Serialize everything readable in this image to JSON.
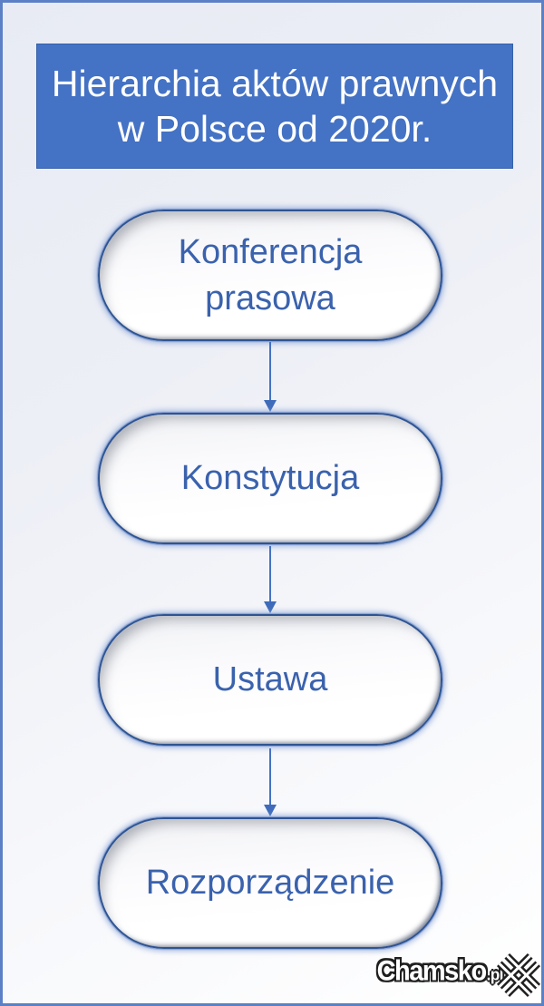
{
  "header": {
    "title_line1": "Hierarchia aktów prawnych",
    "title_line2": "w Polsce od 2020r."
  },
  "diagram": {
    "type": "vertical-flowchart",
    "nodes": [
      {
        "label": "Konferencja prasowa"
      },
      {
        "label": "Konstytucja"
      },
      {
        "label": "Ustawa"
      },
      {
        "label": "Rozporządzenie"
      }
    ],
    "connector_style": "down-arrow"
  },
  "watermark": {
    "brand": "Chamsko",
    "suffix": ".pl"
  },
  "icons": {
    "watermark_icon": "rotated-hash-star"
  },
  "colors": {
    "banner_fill": "#4472c4",
    "banner_text": "#ffffff",
    "node_border": "#2e5493",
    "node_text": "#3a62ad",
    "arrow": "#4472c4",
    "page_border": "#5b80c5",
    "background_top": "#e8ebf4",
    "background_bottom": "#ffffff"
  }
}
